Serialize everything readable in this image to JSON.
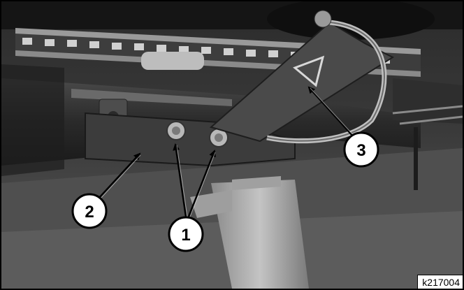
{
  "figure": {
    "id_label": "k217004",
    "callouts": [
      {
        "number": "1",
        "label": "1"
      },
      {
        "number": "2",
        "label": "2"
      },
      {
        "number": "3",
        "label": "3"
      }
    ]
  },
  "colors": {
    "photo_dark": "#1c1c1c",
    "photo_mid": "#6e6e6e",
    "photo_light": "#b5b5b5",
    "callout_fill": "#ffffff",
    "callout_stroke": "#000000"
  },
  "icons": [
    "part-callout-circle",
    "leader-arrow"
  ]
}
